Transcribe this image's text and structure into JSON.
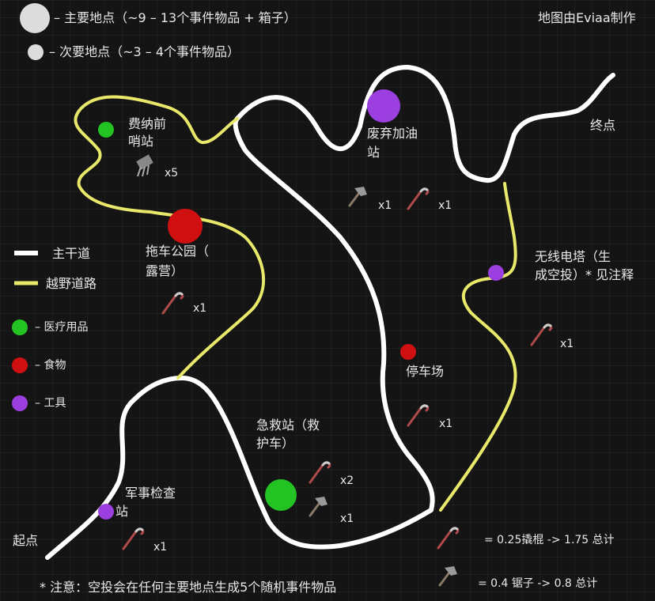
{
  "credit": "地图由Eviaa制作",
  "legend": {
    "major": "– 主要地点（~9 – 13个事件物品 + 箱子）",
    "minor": "– 次要地点（~3 – 4个事件物品）",
    "main_road": "主干道",
    "offroad": "越野道路",
    "medical": "– 医疗用品",
    "food": "– 食物",
    "tools": "– 工具"
  },
  "colors": {
    "main_road": "#ffffff",
    "offroad": "#e8e86a",
    "medical": "#22c322",
    "food": "#d01010",
    "tools": "#9b3fe0",
    "minor": "#dcdcdc"
  },
  "locations": {
    "outpost": {
      "name_1": "费纳前",
      "name_2": "哨站",
      "count": "x5",
      "icon": "battery-icon"
    },
    "trailer_park": {
      "name_1": "拖车公园（",
      "name_2": "露营）",
      "count": "x1"
    },
    "gas_station": {
      "name_1": "废弃加油",
      "name_2": "站",
      "count_saw": "x1",
      "count_crowbar": "x1"
    },
    "radio_tower": {
      "name_1": "无线电塔（生",
      "name_2": "成空投）* 见注释",
      "count": "x1"
    },
    "parking": {
      "name": "停车场",
      "count": "x1"
    },
    "first_aid": {
      "name_1": "急救站（救",
      "name_2": "护车）",
      "count_crowbar": "x2",
      "count_saw": "x1"
    },
    "checkpoint": {
      "name_1": "军事检查",
      "name_2": "站",
      "count": "x1"
    }
  },
  "start": "起点",
  "end": "终点",
  "tool_values": {
    "crowbar": "= 0.25撬棍 -> 1.75 总计",
    "saw": "= 0.4 锯子 -> 0.8 总计"
  },
  "note": "* 注意：空投会在任何主要地点生成5个随机事件物品"
}
